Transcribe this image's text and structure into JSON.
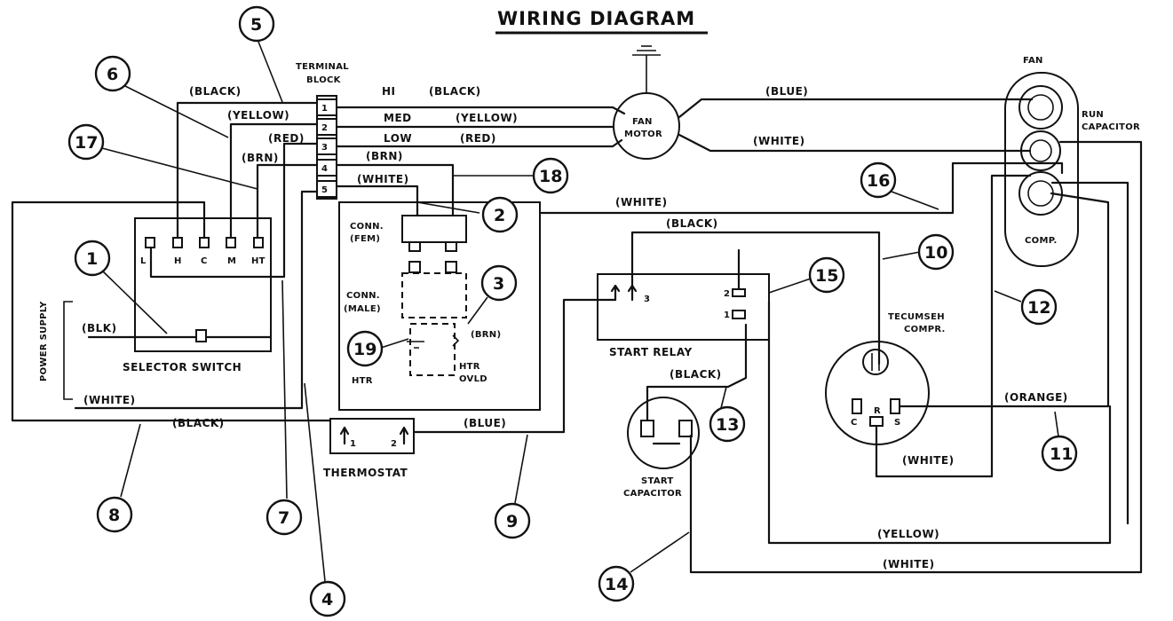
{
  "title": "WIRING DIAGRAM",
  "components": {
    "terminal_block": "TERMINAL BLOCK",
    "terminal_numbers": [
      "1",
      "2",
      "3",
      "4",
      "5"
    ],
    "fan_motor": "FAN MOTOR",
    "fan": "FAN",
    "run_capacitor": "RUN CAPACITOR",
    "comp": "COMP.",
    "selector_switch": "SELECTOR SWITCH",
    "selector_terminals": [
      "L",
      "H",
      "C",
      "M",
      "HT"
    ],
    "power_supply": "POWER SUPPLY",
    "conn_fem": "CONN. (FEM)",
    "conn_male": "CONN. (MALE)",
    "htr": "HTR",
    "htr_ovld": "HTR OVLD",
    "start_relay": "START RELAY",
    "start_relay_terms": [
      "3",
      "2",
      "1"
    ],
    "start_capacitor": "START CAPACITOR",
    "tecumseh": "TECUMSEH COMPR.",
    "compressor_terms": [
      "C",
      "R",
      "S"
    ],
    "thermostat": "THERMOSTAT",
    "thermostat_terms": [
      "1",
      "2"
    ]
  },
  "speed_labels": [
    "HI",
    "MED",
    "LOW"
  ],
  "wire_labels": {
    "black_top": "(BLACK)",
    "black_hi": "(BLACK)",
    "yellow_left": "(YELLOW)",
    "yellow_med": "(YELLOW)",
    "red_left": "(RED)",
    "red_low": "(RED)",
    "brn_left": "(BRN)",
    "brn_mid": "(BRN)",
    "white_mid": "(WHITE)",
    "blue_fan": "(BLUE)",
    "white_fan": "(WHITE)",
    "white_long": "(WHITE)",
    "black_relay": "(BLACK)",
    "blk_switch": "(BLK)",
    "white_left": "(WHITE)",
    "black_bottom": "(BLACK)",
    "blue_bottom": "(BLUE)",
    "brn_htr": "(BRN)",
    "black_cap": "(BLACK)",
    "orange": "(ORANGE)",
    "white_comp": "(WHITE)",
    "yellow_bottom": "(YELLOW)",
    "white_bottom": "(WHITE)"
  },
  "callouts": [
    "1",
    "2",
    "3",
    "4",
    "5",
    "6",
    "7",
    "8",
    "9",
    "10",
    "11",
    "12",
    "13",
    "14",
    "15",
    "16",
    "17",
    "18",
    "19"
  ]
}
